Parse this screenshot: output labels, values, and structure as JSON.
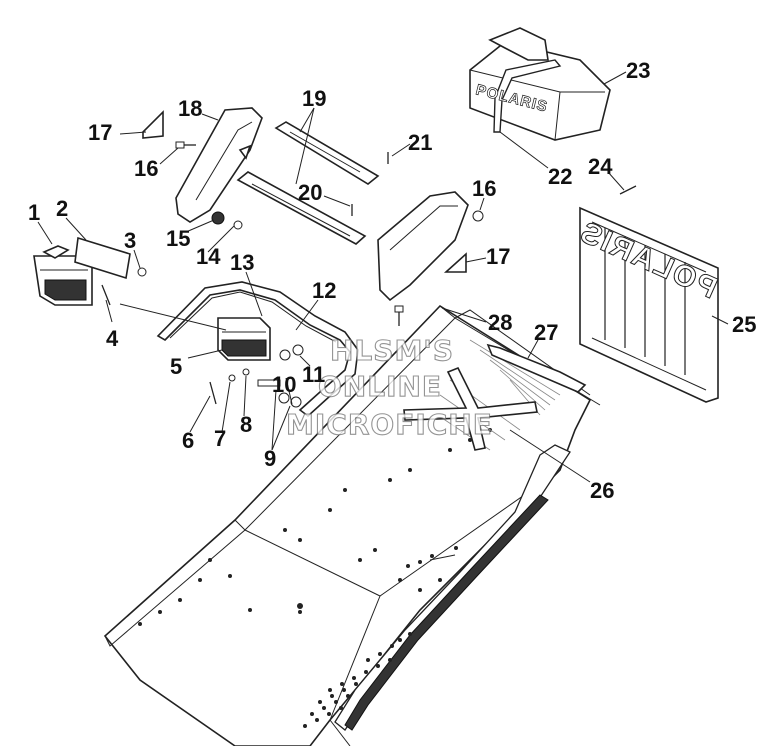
{
  "watermark": {
    "lines": [
      "HLSM'S",
      "ONLINE",
      "MICROFICHE"
    ]
  },
  "brand": {
    "toolbox_logo": "POLARIS",
    "flap_logo": "POLARIS"
  },
  "callouts": [
    "1",
    "2",
    "3",
    "4",
    "5",
    "6",
    "7",
    "8",
    "9",
    "10",
    "11",
    "12",
    "13",
    "14",
    "15",
    "16",
    "16",
    "17",
    "17",
    "18",
    "19",
    "20",
    "21",
    "22",
    "23",
    "24",
    "25",
    "26",
    "27",
    "28"
  ]
}
